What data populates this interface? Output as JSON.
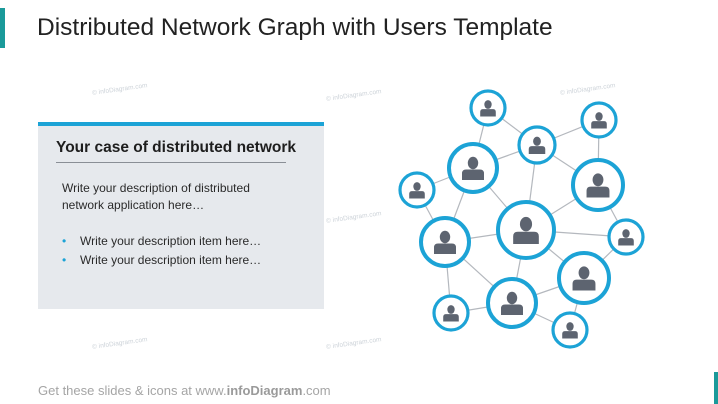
{
  "slide": {
    "title": "Distributed Network Graph with Users Template"
  },
  "panel": {
    "heading": "Your case of distributed network",
    "description": "Write your description of distributed network application here…",
    "bullets": [
      "Write your description item here…",
      "Write your description item here…"
    ]
  },
  "footer": {
    "prefix": "Get these slides & icons at www.",
    "brand": "infoDiagram",
    "suffix": ".com"
  },
  "watermark": "© infoDiagram.com",
  "network": {
    "node_icon": "user-icon",
    "node_count": 13,
    "edge_count": 24
  },
  "colors": {
    "accent": "#1ca3d6",
    "teal_marker": "#1a9a9a",
    "panel_bg": "#e6e9ed",
    "user_icon": "#5d6470",
    "edge": "#b4b8be"
  }
}
